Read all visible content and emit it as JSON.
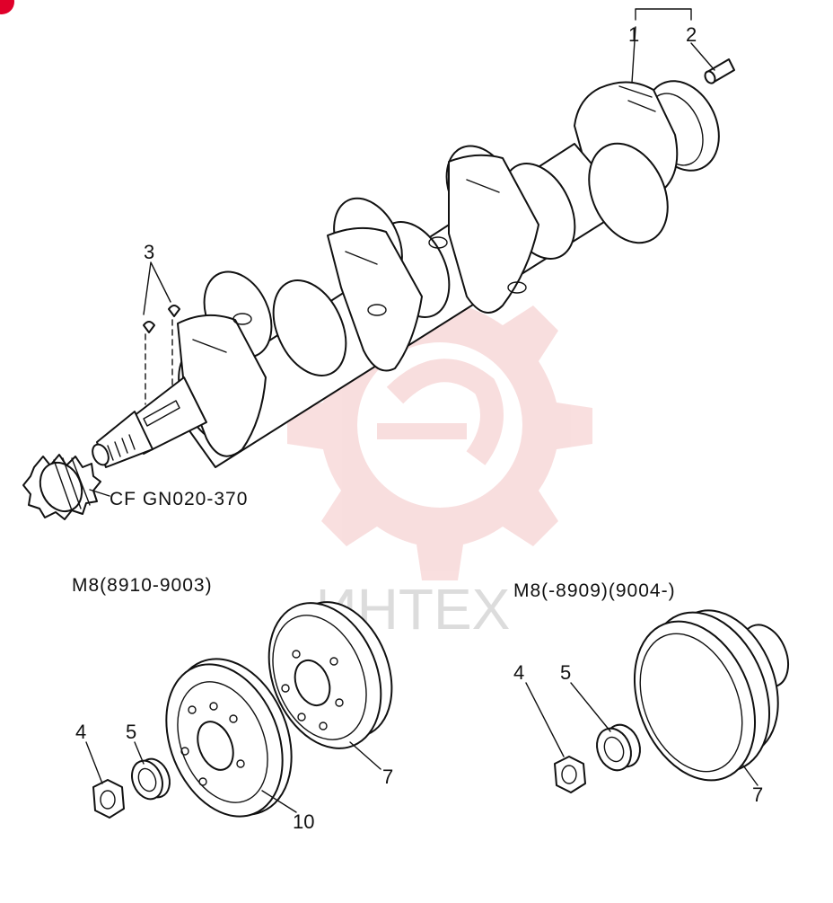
{
  "labels": {
    "p1": "1",
    "p2": "2",
    "p3": "3",
    "p4a": "4",
    "p5a": "5",
    "p10": "10",
    "p7a": "7",
    "p4b": "4",
    "p5b": "5",
    "p7b": "7"
  },
  "notes": {
    "ref": "CF GN020-370",
    "variant_left": "M8(8910-9003)",
    "variant_right": "M8(-8909)(9004-)"
  },
  "watermark": {
    "text": "ИНТЕХ",
    "color": "#f2b8b8"
  },
  "colors": {
    "line": "#111111",
    "badge": "#e0002a"
  }
}
